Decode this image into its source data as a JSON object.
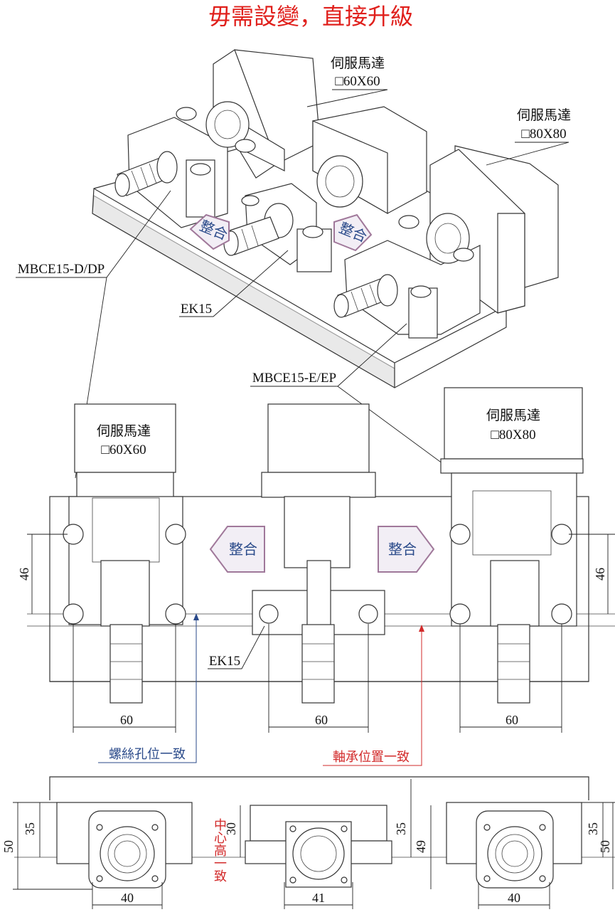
{
  "title": "毋需設變，直接升級",
  "labels": {
    "motor_a_name": "伺服馬達",
    "motor_a_size": "□60X60",
    "motor_b_name": "伺服馬達",
    "motor_b_size": "□80X80",
    "mbce_dp": "MBCE15-D/DP",
    "ek15_top": "EK15",
    "mbce_ep": "MBCE15-E/EP",
    "motor_c_name": "伺服馬達",
    "motor_c_size": "□60X60",
    "motor_d_name": "伺服馬達",
    "motor_d_size": "□80X80",
    "integrate_left": "整合",
    "integrate_right": "整合",
    "integrate_iso_left": "整合",
    "integrate_iso_right": "整合",
    "ek15_mid": "EK15",
    "screw_hole_note": "螺絲孔位一致",
    "bearing_pos_note": "軸承位置一致",
    "center_height_note": "中心高一致"
  },
  "dimensions": {
    "height_left": "46",
    "height_right": "46",
    "width_left": "60",
    "width_mid": "60",
    "width_right": "60",
    "b_h_left_50": "50",
    "b_h_left_35": "35",
    "b_h_mid_30": "30",
    "b_h_mid_35": "35",
    "b_h_mid_49": "49",
    "b_h_right_35": "35",
    "b_h_right_50": "50",
    "b_w_left": "40",
    "b_w_mid": "41",
    "b_w_right": "40"
  },
  "colors": {
    "title": "#e0201c",
    "blue_note": "#2a4a8a",
    "red_note": "#d22a2a",
    "arrow_fill": "#f2eef5",
    "arrow_stroke": "#a0789a"
  }
}
